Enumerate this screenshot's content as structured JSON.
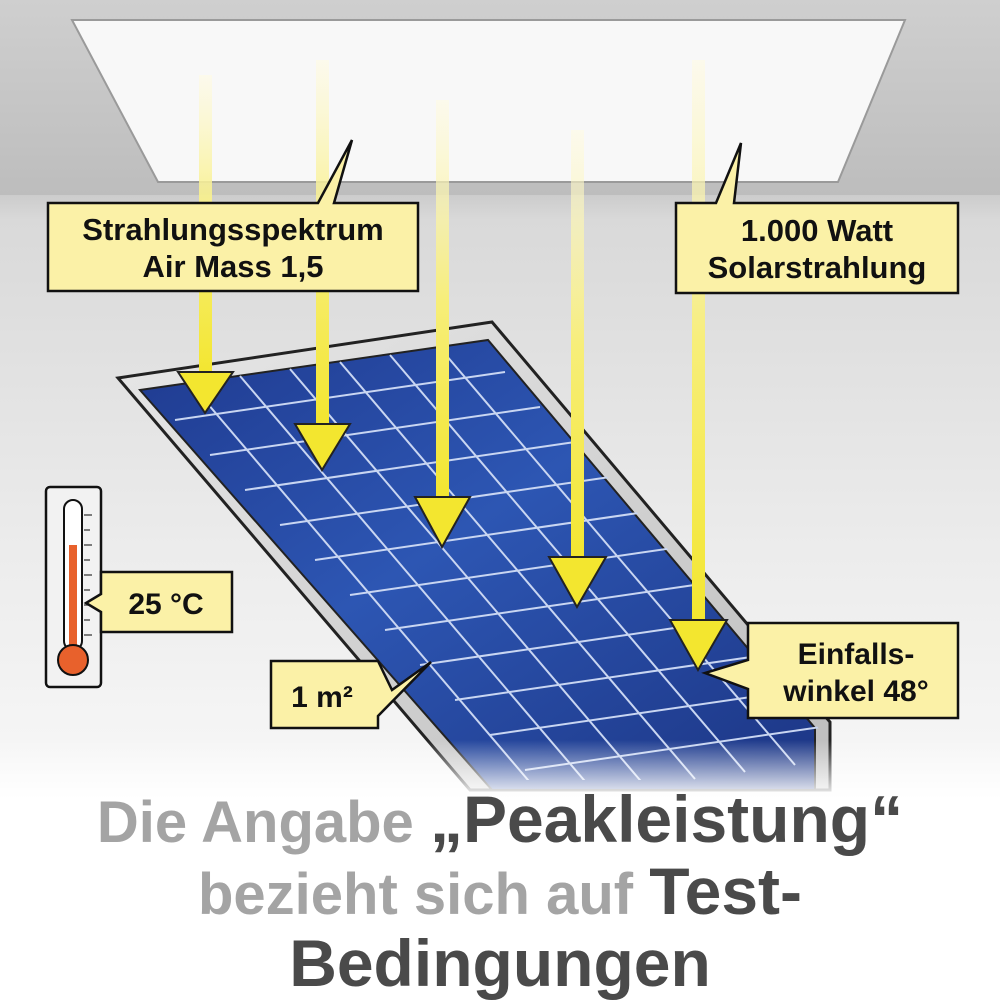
{
  "labels": {
    "spectrum_line1": "Strahlungsspektrum",
    "spectrum_line2": "Air Mass 1,5",
    "power_line1": "1.000 Watt",
    "power_line2": "Solarstrahlung",
    "temperature": "25 °C",
    "area": "1 m²",
    "angle_line1": "Einfalls-",
    "angle_line2": "winkel 48°"
  },
  "caption": {
    "part1": "Die Angabe ",
    "part2": "„Peakleistung“",
    "part3": "bezieht sich auf ",
    "part4": "Test-",
    "part5": "Bedingungen"
  },
  "colors": {
    "callout_fill": "#fbf1a7",
    "arrow": "#f6e94a",
    "panel_blue": "#27469e",
    "thermometer_red": "#e8612c",
    "caption_muted": "#a4a4a4",
    "caption_strong": "#4a4a4a"
  },
  "icons": [
    "light-panel",
    "solar-panel",
    "down-arrow",
    "thermometer-icon"
  ]
}
